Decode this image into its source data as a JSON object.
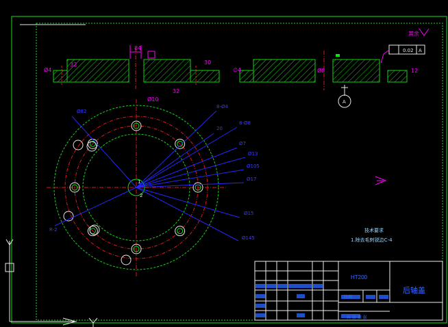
{
  "drawing": {
    "surface_finish_note": "其余",
    "tolerance_frame": "0.02",
    "datum_label": "A",
    "tech_requirements_title": "技术要求",
    "tech_requirements_text": "1.除去毛刺锐边C-4",
    "bolt_hole_count": 8,
    "colors": {
      "background": "#000000",
      "frame": "#18e018",
      "hatch": "#16d016",
      "dimension": "#ff00ff",
      "leader": "#2626ff",
      "center_line": "#e01818",
      "title_block": "#f0f0f0"
    }
  },
  "section_views": {
    "left_dims": [
      "Ø4",
      "32",
      "30",
      "32"
    ],
    "left_label_top": "84",
    "right_dims": [
      "∅4",
      "Ø8",
      "12"
    ]
  },
  "plan_view": {
    "callouts": [
      "8-Ø4",
      "20",
      "8-Ø8",
      "Ø7",
      "Ø13",
      "Ø105",
      "Ø17",
      "Ø15",
      "Ø145",
      "Ø10",
      "R-2",
      "Ø82"
    ],
    "small_marks": [
      "1",
      "2"
    ]
  },
  "title_block": {
    "material": "HT200",
    "part_name": "后轴盖",
    "scale_label": "比例",
    "sheet_label": "共 张 第 张"
  }
}
